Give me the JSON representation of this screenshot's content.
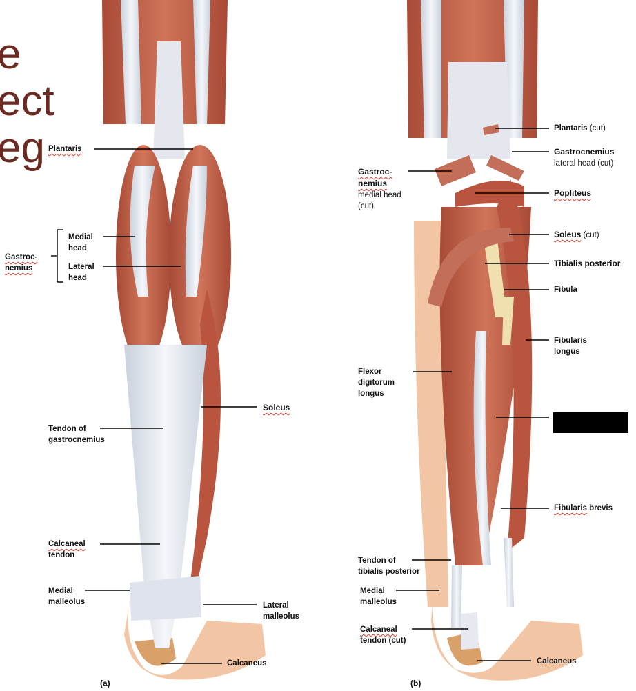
{
  "title_fragments": [
    "e",
    "ect",
    "eg"
  ],
  "panel_a": {
    "tag": "(a)",
    "labels": {
      "plantaris": "Plantaris",
      "medial_head": "Medial\nhead",
      "lateral_head": "Lateral\nhead",
      "gastrocnemius": "Gastroc-\nnemius",
      "soleus": "Soleus",
      "tendon_gastro": "Tendon of\ngastrocnemius",
      "calcaneal_tendon_1": "Calcaneal",
      "calcaneal_tendon_2": "tendon",
      "medial_malleolus": "Medial\nmalleolus",
      "lateral_malleolus": "Lateral\nmalleolus",
      "calcaneus": "Calcaneus"
    }
  },
  "panel_b": {
    "tag": "(b)",
    "labels": {
      "plantaris_1": "Plantaris",
      "plantaris_2": " (cut)",
      "gastro_lat_1": "Gastrocnemius",
      "gastro_lat_2": "lateral head (cut)",
      "gastro_med_1": "Gastroc-",
      "gastro_med_2": "nemius",
      "gastro_med_3": "medial head\n(cut)",
      "popliteus": "Popliteus",
      "soleus_1": "Soleus",
      "soleus_2": " (cut)",
      "tibialis_posterior": "Tibialis posterior",
      "fibula": "Fibula",
      "fibularis_longus": "Fibularis\nlongus",
      "flexor_digitorum": "Flexor\ndigitorum\nlongus",
      "fibularis_brevis_1": "Fibularis",
      "fibularis_brevis_2": " brevis",
      "tendon_tib_post": "Tendon of\ntibialis posterior",
      "medial_malleolus": "Medial\nmalleolus",
      "calcaneal_cut_1": "Calcaneal",
      "calcaneal_cut_2": "tendon (cut)",
      "calcaneus": "Calcaneus"
    }
  },
  "colors": {
    "muscle": "#c0614a",
    "muscle_dark": "#a84a36",
    "tendon": "#e9edf3",
    "skin": "#f2c6a4",
    "title": "#6b2b22"
  }
}
